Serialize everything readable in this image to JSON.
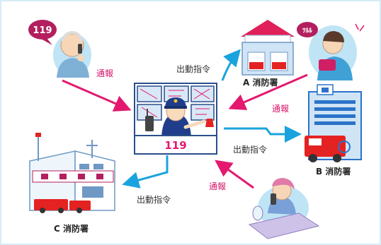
{
  "labels": {
    "report": "通報",
    "dispatch": "出動指令",
    "station_a": "A 消防署",
    "station_b": "B 消防署",
    "station_c": "C 消防署",
    "center_number": "119",
    "bubble_number": "119",
    "ring_text": "ﾂﾙﾙ"
  },
  "colors": {
    "report_arrow": "#e4186f",
    "dispatch_arrow": "#1aa3de",
    "siren": "#e42222",
    "building_blue": "#2b73c8"
  }
}
